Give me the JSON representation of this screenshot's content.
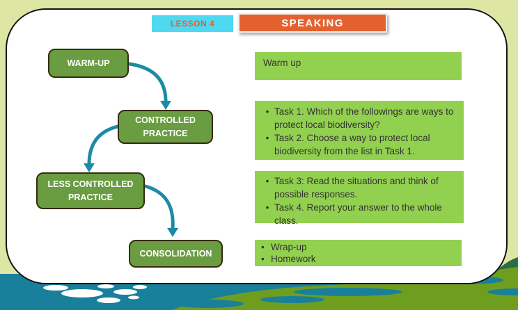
{
  "page": {
    "lesson_label": "LESSON 4",
    "title": "SPEAKING"
  },
  "flowchart": {
    "nodes": [
      {
        "id": "warm-up",
        "label": "WARM-UP"
      },
      {
        "id": "controlled-practice",
        "label": "CONTROLLED PRACTICE"
      },
      {
        "id": "less-controlled-practice",
        "label": "LESS CONTROLLED PRACTICE"
      },
      {
        "id": "consolidation",
        "label": "CONSOLIDATION"
      }
    ]
  },
  "content": {
    "boxes": [
      {
        "text": "Warm up"
      },
      {
        "items": [
          "Task 1. Which of the followings are ways to protect local biodiversity?",
          "Task 2. Choose a way to protect local biodiversity from the list in Task 1."
        ]
      },
      {
        "items": [
          "Task 3: Read the situations and think of possible responses.",
          "Task 4. Report your answer to the whole class."
        ]
      },
      {
        "items": [
          "Wrap-up",
          "Homework"
        ]
      }
    ]
  },
  "ui": {
    "bullet": "•"
  },
  "colors": {
    "backdrop": "#dde7a3",
    "accent_cyan": "#4ed9f1",
    "accent_orange": "#e2612e",
    "node_green": "#6a9c41",
    "node_border": "#352b11",
    "arrow_teal": "#1b8ba6",
    "content_green": "#92d050",
    "water_teal": "#19809b",
    "land_olive": "#6f9e1f",
    "land_dark_green": "#2b6d44"
  }
}
